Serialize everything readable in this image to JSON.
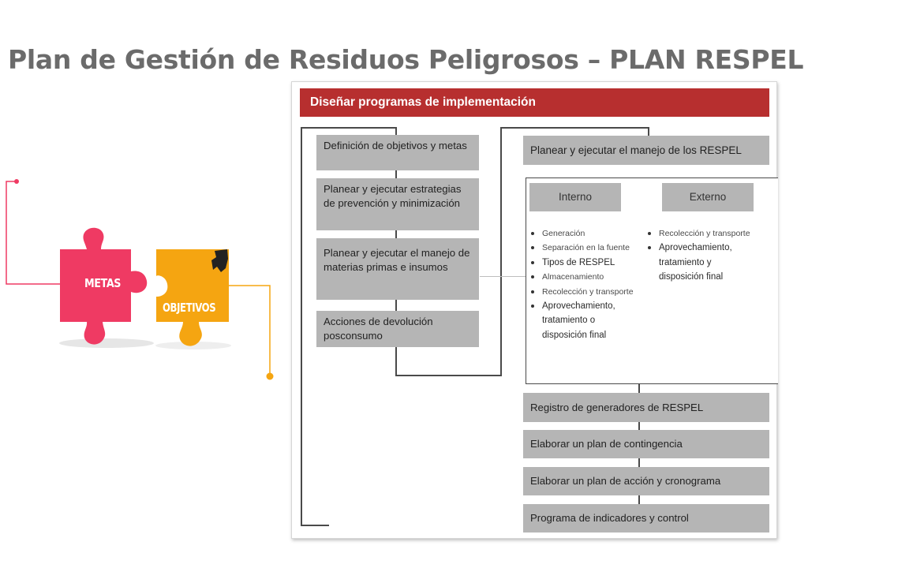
{
  "page": {
    "title": "Plan de Gestión de Residuos Peligrosos – PLAN RESPEL"
  },
  "puzzle": {
    "piece1": "METAS",
    "piece2": "OBJETIVOS"
  },
  "colors": {
    "header": "#b72f2f",
    "metas": "#ef3a63",
    "objetivos": "#f5a511",
    "box": "#b5b5b5"
  },
  "diagram": {
    "header": "Diseñar programas de implementación",
    "left_boxes": [
      "Definición de objetivos y metas",
      "Planear y ejecutar estrategias de prevención y minimización",
      "Planear y ejecutar el manejo de materias primas e insumos",
      "Acciones de devolución posconsumo"
    ],
    "right_top": "Planear y ejecutar el manejo de los RESPEL",
    "interno": {
      "label": "Interno",
      "items": [
        "Generación",
        "Separación en la fuente",
        "Tipos de RESPEL",
        "Almacenamiento",
        "Recolección y transporte",
        "Aprovechamiento, tratamiento o disposición final"
      ]
    },
    "externo": {
      "label": "Externo",
      "items": [
        "Recolección y transporte",
        "Aprovechamiento, tratamiento y disposición final"
      ]
    },
    "bottom_boxes": [
      "Registro de generadores de RESPEL",
      "Elaborar un plan de contingencia",
      "Elaborar un plan de acción y cronograma",
      "Programa de indicadores y control"
    ]
  }
}
